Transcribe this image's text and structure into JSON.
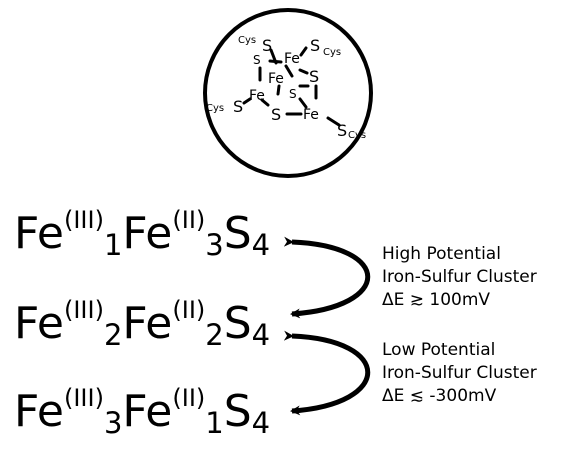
{
  "cluster": {
    "atoms": {
      "s_top": "S",
      "s_top_left": "S",
      "fe_top": "Fe",
      "s_right_top": "S",
      "fe_center": "Fe",
      "s_right": "S",
      "s_center": "S",
      "fe_left": "Fe",
      "s_bottom": "S",
      "fe_bottom": "Fe",
      "s_left_ligand": "S",
      "s_bottom_right": "S"
    },
    "ligands": {
      "cys_top_left": "Cys",
      "cys_top_right": "Cys",
      "cys_left": "Cys",
      "cys_bottom_right": "Cys"
    }
  },
  "formulas": [
    {
      "el1": "Fe",
      "ox1": "(III)",
      "n1": "1",
      "el2": "Fe",
      "ox2": "(II)",
      "n2": "3",
      "el3": "S",
      "n3": "4"
    },
    {
      "el1": "Fe",
      "ox1": "(III)",
      "n1": "2",
      "el2": "Fe",
      "ox2": "(II)",
      "n2": "2",
      "el3": "S",
      "n3": "4"
    },
    {
      "el1": "Fe",
      "ox1": "(III)",
      "n1": "3",
      "el2": "Fe",
      "ox2": "(II)",
      "n2": "1",
      "el3": "S",
      "n3": "4"
    }
  ],
  "annotations": {
    "high": {
      "line1": "High Potential",
      "line2": "Iron-Sulfur Cluster",
      "line3": "ΔE ≳ 100mV"
    },
    "low": {
      "line1": "Low Potential",
      "line2": "Iron-Sulfur Cluster",
      "line3": "ΔE ≲ -300mV"
    }
  }
}
